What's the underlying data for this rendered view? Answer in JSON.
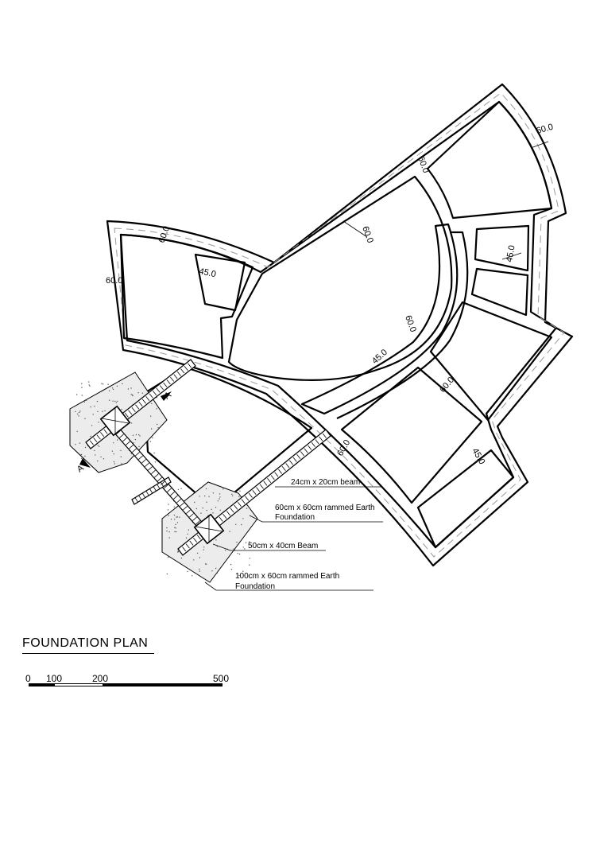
{
  "drawing": {
    "title": "FOUNDATION  PLAN",
    "dimensions": {
      "d1": "60.0",
      "d2": "60.0",
      "d3": "60.0",
      "d4": "60.0",
      "d5": "60.0",
      "d6": "45.0",
      "d7": "60.0",
      "d8": "45.0",
      "d9": "45.0",
      "d10": "60.0",
      "d11": "60.0",
      "d12": "45.0"
    },
    "section_marker": "A",
    "callouts": {
      "beam_small": "24cm x 20cm beam",
      "foundation_small_1": "60cm x 60cm rammed Earth",
      "foundation_small_2": "Foundation",
      "beam_large": "50cm x 40cm Beam",
      "foundation_large_1": "100cm x 60cm rammed Earth",
      "foundation_large_2": "Foundation"
    },
    "scale": {
      "labels": [
        "0",
        "100",
        "200",
        "500"
      ]
    }
  }
}
